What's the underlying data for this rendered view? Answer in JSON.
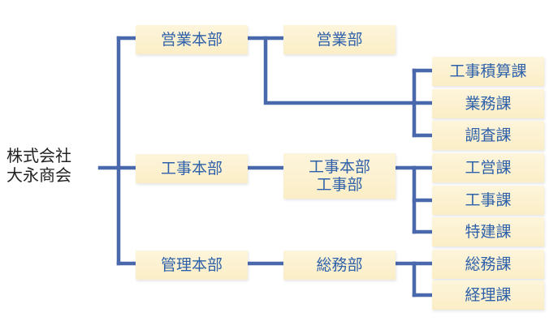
{
  "company": {
    "name": "株式会社\n大永商会"
  },
  "divisions": [
    {
      "label": "営業本部"
    },
    {
      "label": "工事本部"
    },
    {
      "label": "管理本部"
    }
  ],
  "departments": [
    {
      "label": "営業部"
    },
    {
      "label": "工事本部\n工事部"
    },
    {
      "label": "総務部"
    }
  ],
  "sections": [
    {
      "label": "工事積算課"
    },
    {
      "label": "業務課"
    },
    {
      "label": "調査課"
    },
    {
      "label": "工営課"
    },
    {
      "label": "工事課"
    },
    {
      "label": "特建課"
    },
    {
      "label": "総務課"
    },
    {
      "label": "経理課"
    }
  ],
  "colors": {
    "line": "#4a69ad",
    "text": "#2e61aa",
    "box_fill": "#fbeec6"
  }
}
